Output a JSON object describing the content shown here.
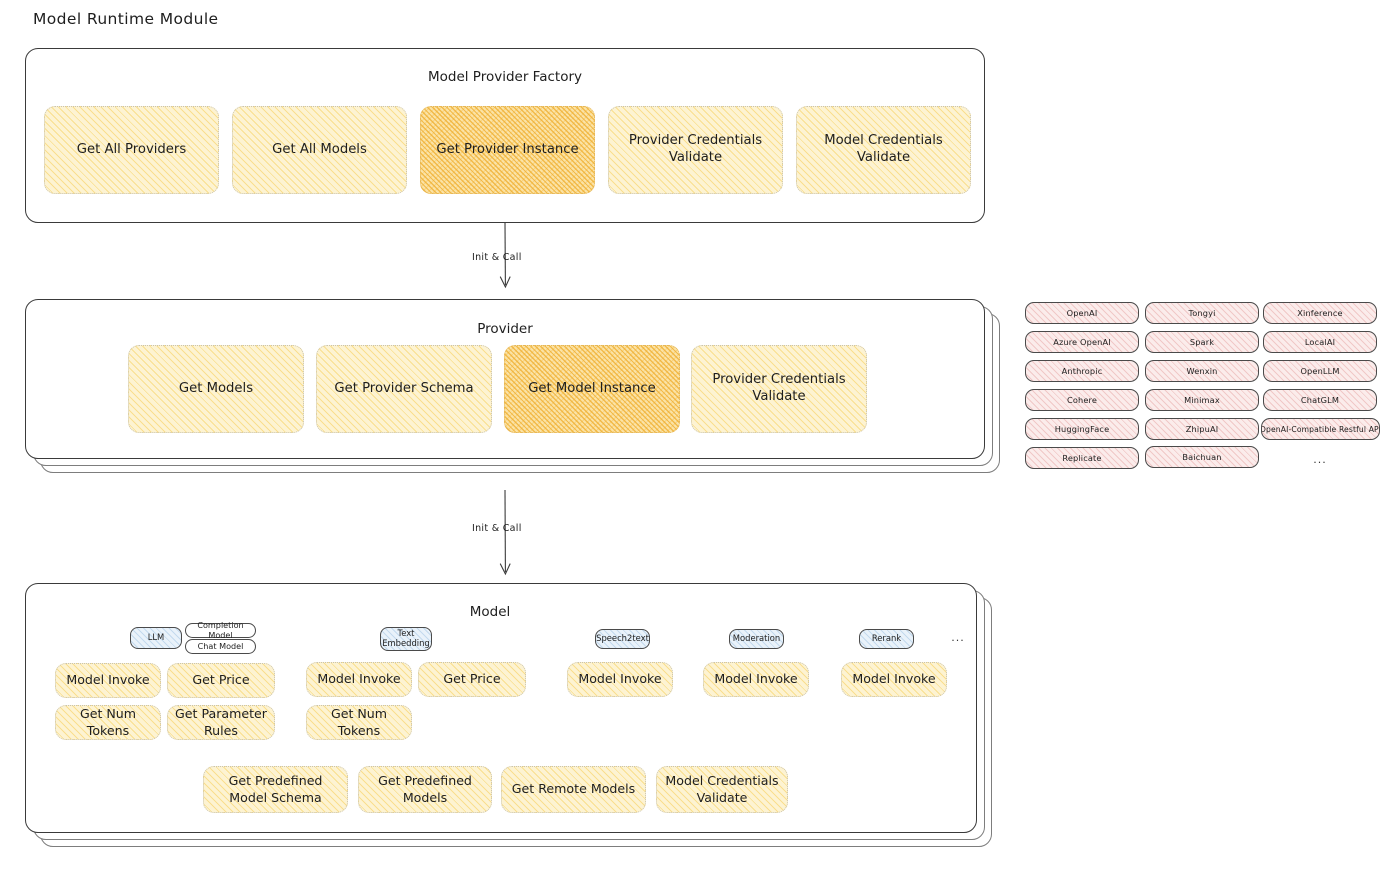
{
  "page": {
    "title": "Model Runtime Module"
  },
  "arrows": [
    {
      "label": "Init & Call"
    },
    {
      "label": "Init & Call"
    }
  ],
  "factory": {
    "title": "Model Provider Factory",
    "items": [
      {
        "label": "Get All Providers",
        "highlight": false
      },
      {
        "label": "Get All Models",
        "highlight": false
      },
      {
        "label": "Get Provider Instance",
        "highlight": true
      },
      {
        "label": "Provider Credentials Validate",
        "highlight": false
      },
      {
        "label": "Model Credentials Validate",
        "highlight": false
      }
    ]
  },
  "provider": {
    "title": "Provider",
    "items": [
      {
        "label": "Get Models",
        "highlight": false
      },
      {
        "label": "Get Provider Schema",
        "highlight": false
      },
      {
        "label": "Get Model Instance",
        "highlight": true
      },
      {
        "label": "Provider Credentials Validate",
        "highlight": false
      }
    ]
  },
  "provider_list": {
    "columns": [
      {
        "chips": [
          "OpenAI",
          "Azure OpenAI",
          "Anthropic",
          "Cohere",
          "HuggingFace",
          "Replicate"
        ]
      },
      {
        "chips": [
          "Tongyi",
          "Spark",
          "Wenxin",
          "Minimax",
          "ZhipuAI",
          "Baichuan"
        ]
      },
      {
        "chips": [
          "Xinference",
          "LocalAI",
          "OpenLLM",
          "ChatGLM",
          "OpenAI-Compatible Restful API"
        ]
      }
    ],
    "more": "..."
  },
  "model": {
    "title": "Model",
    "more": "...",
    "types": [
      {
        "badge": "LLM",
        "sub_badges": [
          "Completion Model",
          "Chat Model"
        ],
        "methods": [
          "Model Invoke",
          "Get Price",
          "Get Num Tokens",
          "Get Parameter Rules"
        ]
      },
      {
        "badge": "Text Embedding",
        "sub_badges": [],
        "methods": [
          "Model Invoke",
          "Get Price",
          "Get Num Tokens"
        ]
      },
      {
        "badge": "Speech2text",
        "sub_badges": [],
        "methods": [
          "Model Invoke"
        ]
      },
      {
        "badge": "Moderation",
        "sub_badges": [],
        "methods": [
          "Model Invoke"
        ]
      },
      {
        "badge": "Rerank",
        "sub_badges": [],
        "methods": [
          "Model Invoke"
        ]
      }
    ],
    "common_methods": [
      "Get Predefined Model Schema",
      "Get Predefined Models",
      "Get Remote Models",
      "Model Credentials Validate"
    ]
  },
  "colors": {
    "chip_fill": "#fdf3d2",
    "chip_highlight_fill": "#fbe3a6",
    "provider_chip_fill": "#fbeceb",
    "badge_fill": "#e9f2fa",
    "stroke": "#1e1e1e",
    "background": "#ffffff"
  }
}
